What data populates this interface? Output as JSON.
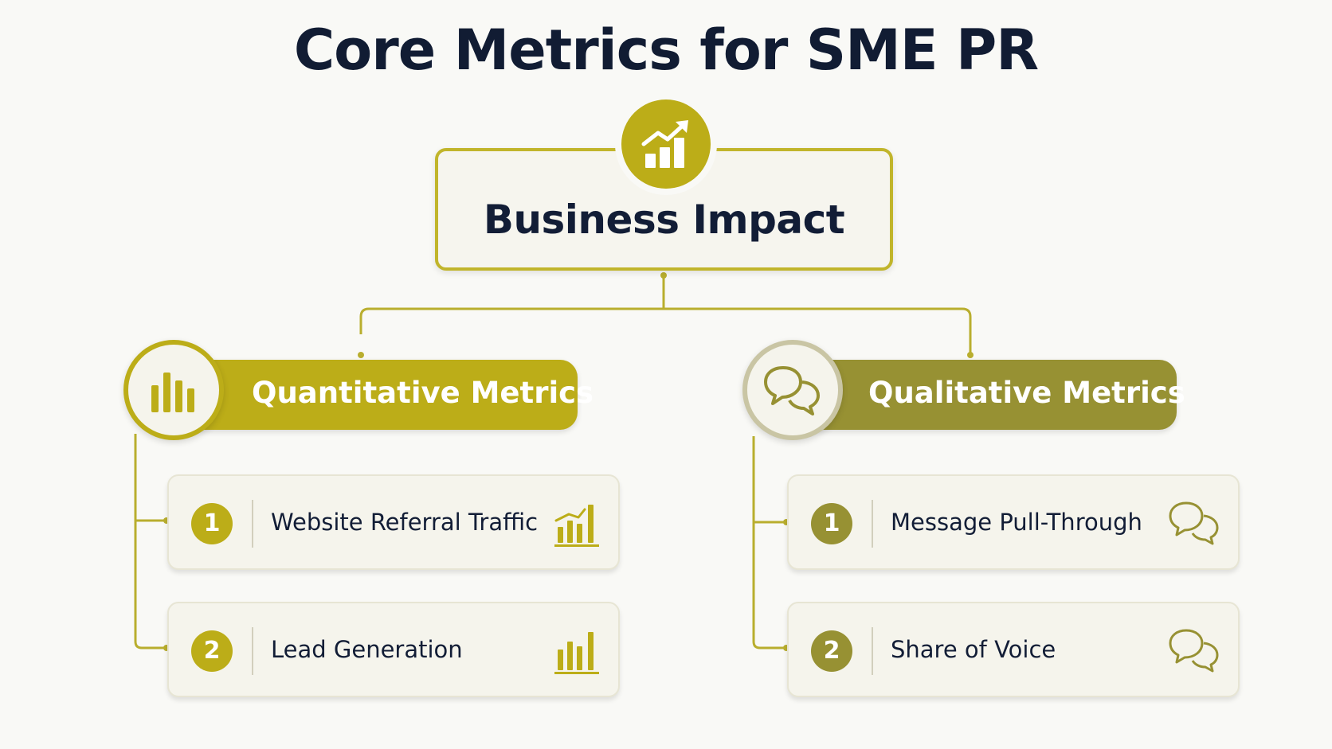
{
  "title": "Core Metrics for SME PR",
  "root": {
    "label": "Business Impact",
    "icon": "growth-chart-icon"
  },
  "branches": [
    {
      "label": "Quantitative Metrics",
      "icon": "bar-chart-icon",
      "color": "#bcad18",
      "items": [
        {
          "number": "1",
          "label": "Website Referral Traffic",
          "icon": "rising-bars-icon"
        },
        {
          "number": "2",
          "label": "Lead Generation",
          "icon": "bar-chart-icon"
        }
      ]
    },
    {
      "label": "Qualitative Metrics",
      "icon": "speech-bubbles-icon",
      "color": "#979133",
      "items": [
        {
          "number": "1",
          "label": "Message Pull-Through",
          "icon": "speech-bubbles-icon"
        },
        {
          "number": "2",
          "label": "Share of Voice",
          "icon": "speech-bubbles-icon"
        }
      ]
    }
  ],
  "colors": {
    "accent": "#bcad18",
    "accent_dark": "#979133",
    "text": "#121d36",
    "card_background": "#f5f4ec"
  }
}
